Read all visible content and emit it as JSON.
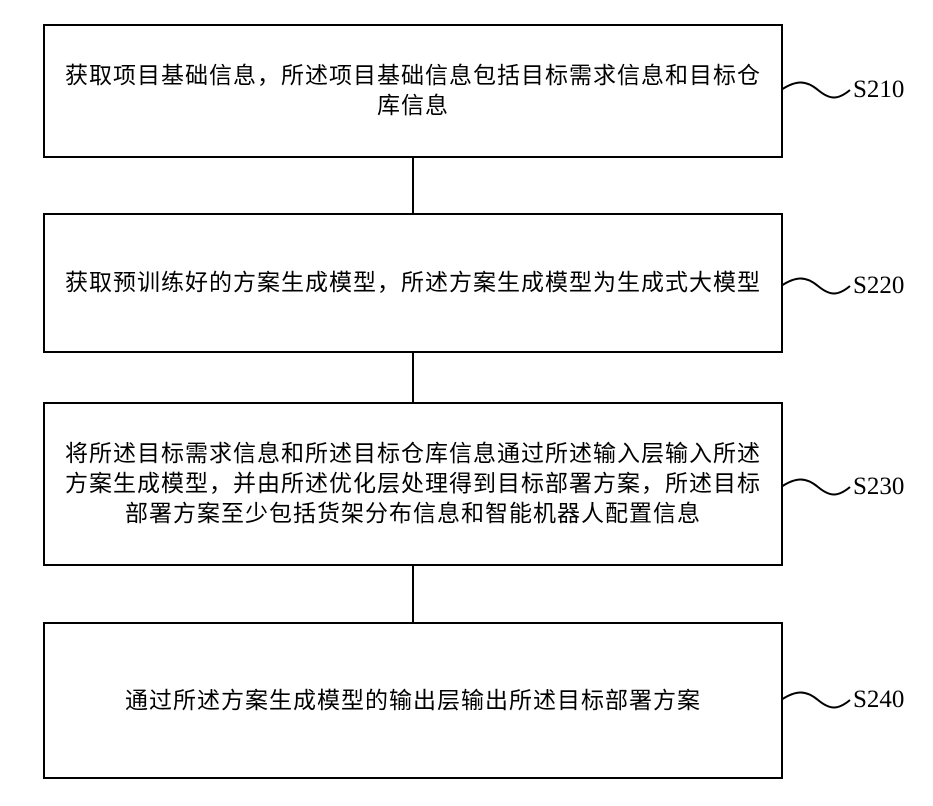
{
  "flowchart": {
    "steps": [
      {
        "id": "S210",
        "text": "获取项目基础信息，所述项目基础信息包括目标需求信息和目标仓库信息"
      },
      {
        "id": "S220",
        "text": "获取预训练好的方案生成模型，所述方案生成模型为生成式大模型"
      },
      {
        "id": "S230",
        "text": "将所述目标需求信息和所述目标仓库信息通过所述输入层输入所述方案生成模型，并由所述优化层处理得到目标部署方案，所述目标部署方案至少包括货架分布信息和智能机器人配置信息"
      },
      {
        "id": "S240",
        "text": "通过所述方案生成模型的输出层输出所述目标部署方案"
      }
    ],
    "colors": {
      "stroke": "#000000",
      "background": "#ffffff",
      "text": "#000000"
    }
  }
}
